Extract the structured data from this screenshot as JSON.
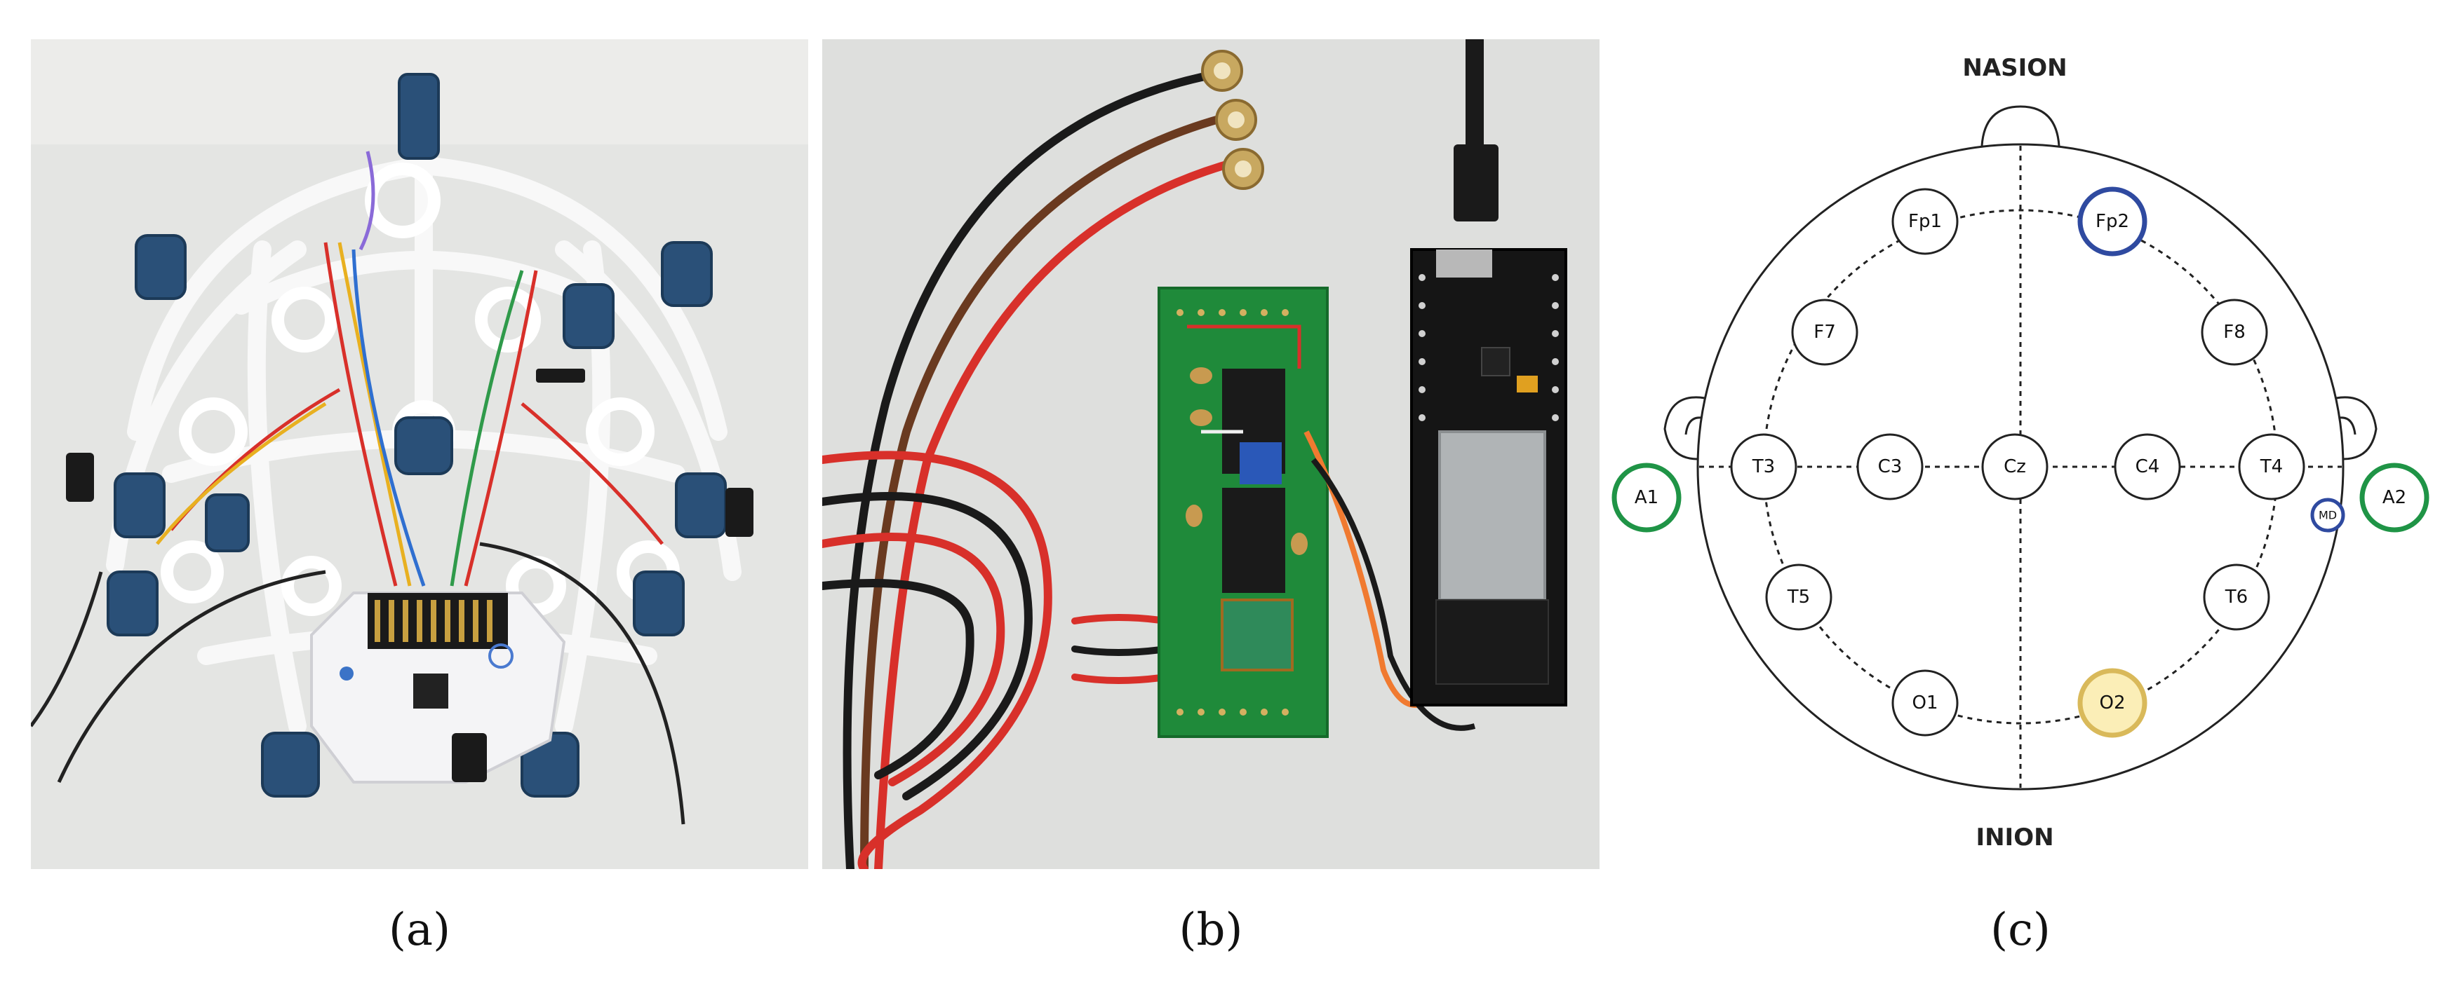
{
  "captions": {
    "a": "(a)",
    "b": "(b)",
    "c": "(c)"
  },
  "montage": {
    "top_label": "NASION",
    "bottom_label": "INION",
    "electrodes": {
      "fp1": "Fp1",
      "fp2": "Fp2",
      "f7": "F7",
      "f8": "F8",
      "t3": "T3",
      "c3": "C3",
      "cz": "Cz",
      "c4": "C4",
      "t4": "T4",
      "t5": "T5",
      "t6": "T6",
      "o1": "O1",
      "o2": "O2",
      "a1": "A1",
      "a2": "A2",
      "md": "MD"
    },
    "colors": {
      "blue": "#2f4aa0",
      "green": "#1f9446",
      "yellow_stroke": "#d9b95a",
      "yellow_fill": "#fbeeb7"
    }
  }
}
